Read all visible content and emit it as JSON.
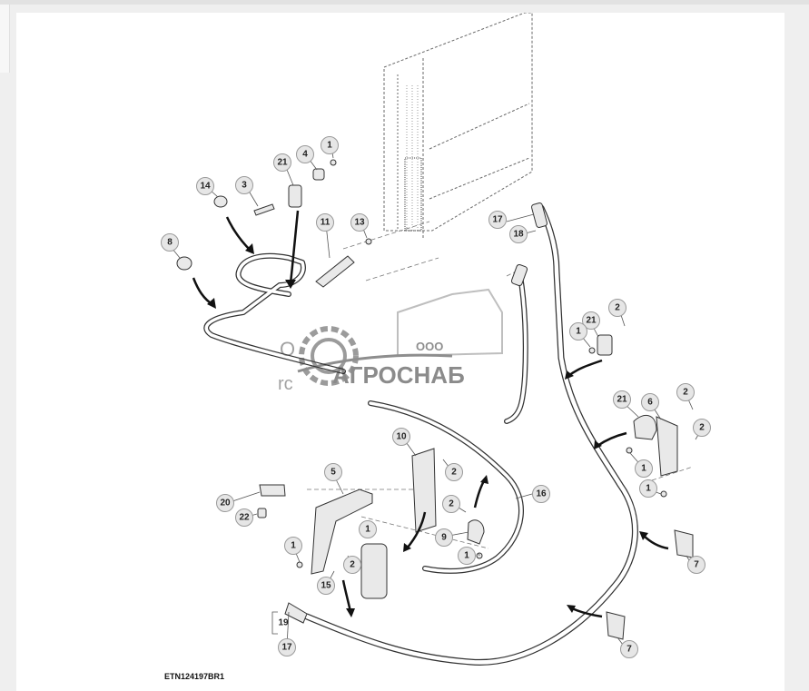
{
  "figure": {
    "reference_code": "ETN124197BR1",
    "callouts": [
      {
        "id": "c14",
        "label": "14"
      },
      {
        "id": "c3",
        "label": "3"
      },
      {
        "id": "c21a",
        "label": "21"
      },
      {
        "id": "c4",
        "label": "4"
      },
      {
        "id": "c1a",
        "label": "1"
      },
      {
        "id": "c8",
        "label": "8"
      },
      {
        "id": "c11",
        "label": "11"
      },
      {
        "id": "c13",
        "label": "13"
      },
      {
        "id": "c17a",
        "label": "17"
      },
      {
        "id": "c18",
        "label": "18"
      },
      {
        "id": "c21b",
        "label": "21"
      },
      {
        "id": "c2a",
        "label": "2"
      },
      {
        "id": "c1b",
        "label": "1"
      },
      {
        "id": "c21c",
        "label": "21"
      },
      {
        "id": "c6",
        "label": "6"
      },
      {
        "id": "c2b",
        "label": "2"
      },
      {
        "id": "c2c",
        "label": "2"
      },
      {
        "id": "c1c",
        "label": "1"
      },
      {
        "id": "c1d",
        "label": "1"
      },
      {
        "id": "c10",
        "label": "10"
      },
      {
        "id": "c2d",
        "label": "2"
      },
      {
        "id": "c5",
        "label": "5"
      },
      {
        "id": "c16",
        "label": "16"
      },
      {
        "id": "c2e",
        "label": "2"
      },
      {
        "id": "c20",
        "label": "20"
      },
      {
        "id": "c22",
        "label": "22"
      },
      {
        "id": "c1e",
        "label": "1"
      },
      {
        "id": "c9",
        "label": "9"
      },
      {
        "id": "c1f",
        "label": "1"
      },
      {
        "id": "c1g",
        "label": "1"
      },
      {
        "id": "c15",
        "label": "15"
      },
      {
        "id": "c2f",
        "label": "2"
      },
      {
        "id": "c7a",
        "label": "7"
      },
      {
        "id": "c7b",
        "label": "7"
      },
      {
        "id": "c17b",
        "label": "17"
      }
    ],
    "plain_labels": [
      {
        "id": "l19",
        "label": "19"
      }
    ]
  },
  "watermark": {
    "company_prefix": "ООО",
    "company_name": "АГРОСНАБ",
    "partial_left_text_1": "O",
    "partial_left_text_2": "rc"
  }
}
